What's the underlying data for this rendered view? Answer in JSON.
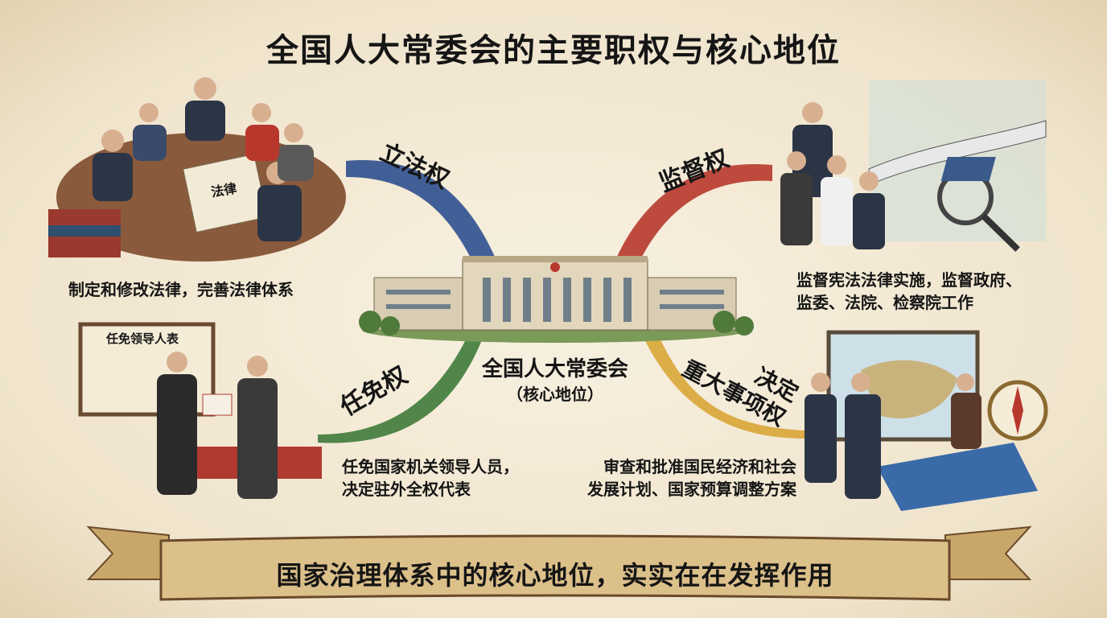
{
  "title": "全国人大常委会的主要职权与核心地位",
  "center": {
    "name": "全国人大常委会",
    "subtitle": "（核心地位）"
  },
  "powers": [
    {
      "label": "立法权",
      "description_lines": [
        "制定和修改法律，完善法律体系"
      ],
      "color": "#2f4f8f"
    },
    {
      "label": "监督权",
      "description_lines": [
        "监督宪法法律实施，监督政府、",
        "监委、法院、检察院工作"
      ],
      "color": "#b8372c"
    },
    {
      "label": "任免权",
      "description_lines": [
        "任免国家机关领导人员，",
        "决定驻外全权代表"
      ],
      "color": "#3f7a3a"
    },
    {
      "label_lines": [
        "决定",
        "重大事项权"
      ],
      "description_lines": [
        "审查和批准国民经济和社会",
        "发展计划、国家预算调整方案"
      ],
      "color": "#d9a636"
    }
  ],
  "illustration_labels": {
    "scroll": "法律",
    "appointment_board": "任免领导人表"
  },
  "banner": "国家治理体系中的核心地位，实实在在发挥作用"
}
